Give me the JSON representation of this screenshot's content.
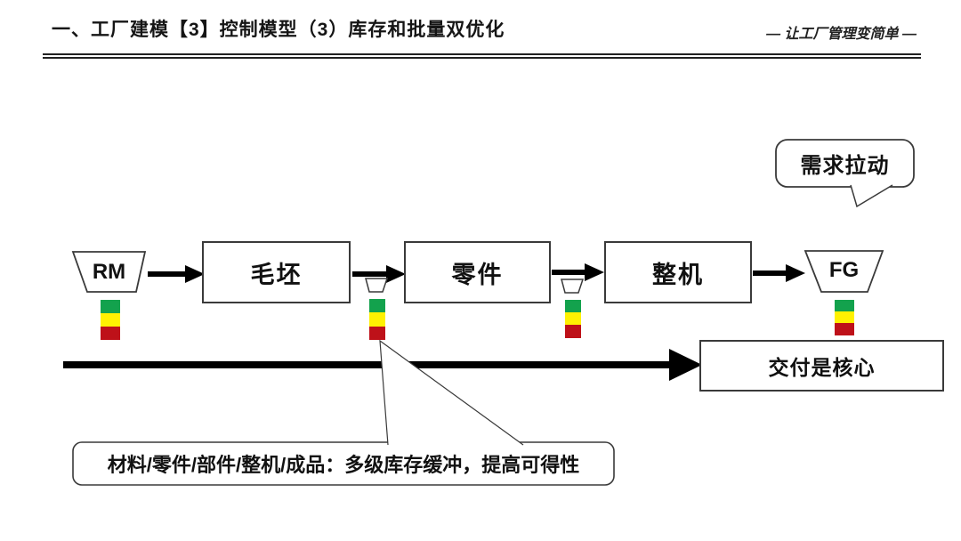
{
  "header": {
    "title": "一、工厂建模【3】控制模型（3）库存和批量双优化",
    "slogan": "— 让工厂管理变简单 —"
  },
  "flow": {
    "source_label": "RM",
    "stages": [
      {
        "label": "毛坯"
      },
      {
        "label": "零件"
      },
      {
        "label": "整机"
      }
    ],
    "sink_label": "FG"
  },
  "annotations": {
    "demand_pull": "需求拉动",
    "delivery": "交付是核心",
    "buffer_note": "材料/零件/部件/整机/成品：多级库存缓冲，提高可得性"
  },
  "colors": {
    "buffer_green": "#13A24D",
    "buffer_yellow": "#FFF102",
    "buffer_red": "#BE1119",
    "line": "#000000",
    "stroke": "#3a3a3a"
  }
}
